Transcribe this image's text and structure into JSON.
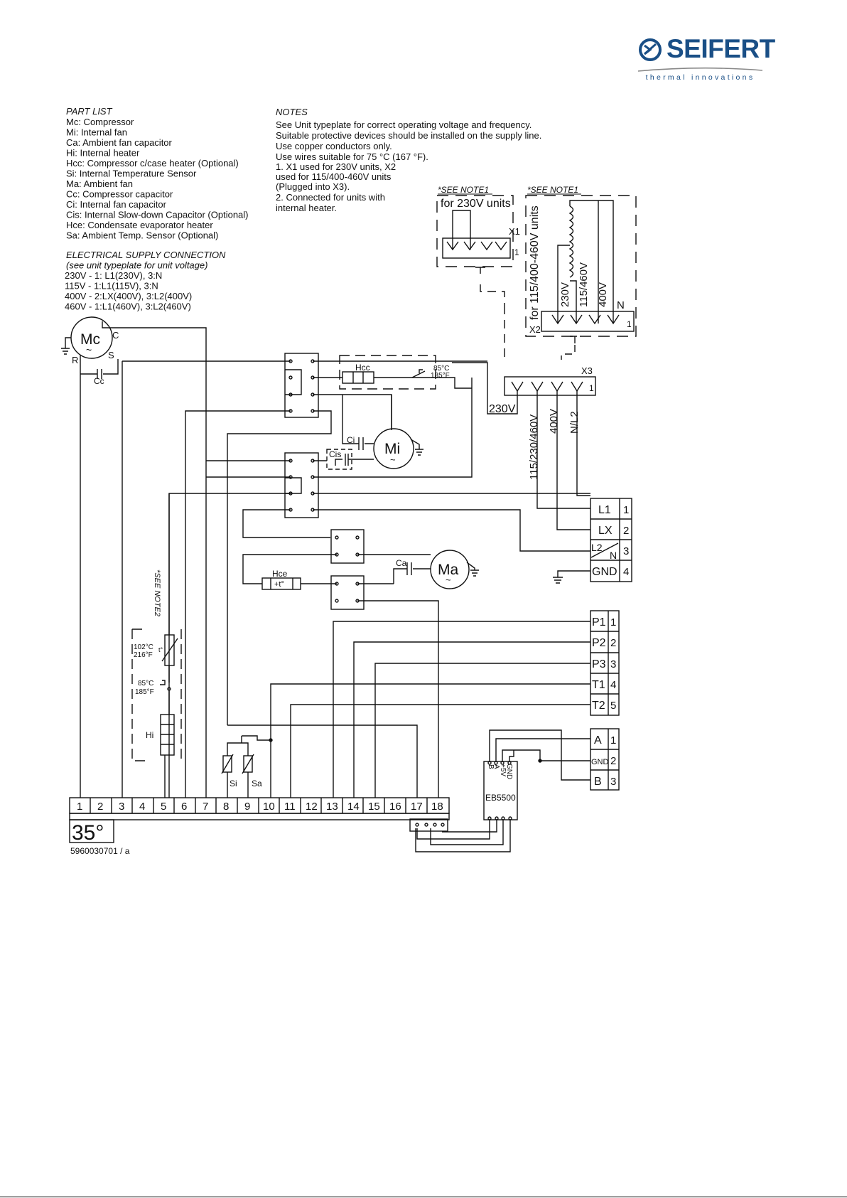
{
  "logo": {
    "name": "SEIFERT",
    "tagline": "thermal innovations",
    "color": "#1a4f86"
  },
  "part_list": {
    "title": "PART LIST",
    "items": [
      "Mc: Compressor",
      "Mi: Internal fan",
      "Ca: Ambient fan capacitor",
      "Hi: Internal heater",
      "Hcc: Compressor c/case heater (Optional)",
      "Si: Internal Temperature Sensor",
      "Ma: Ambient fan",
      "Cc: Compressor capacitor",
      "Ci: Internal fan capacitor",
      "Cis: Internal Slow-down Capacitor (Optional)",
      "Hce: Condensate evaporator heater",
      "Sa: Ambient Temp. Sensor (Optional)"
    ]
  },
  "supply": {
    "title": "ELECTRICAL SUPPLY CONNECTION",
    "subtitle": "(see unit typeplate for unit voltage)",
    "lines": [
      "230V - 1: L1(230V), 3:N",
      "115V - 1:L1(115V), 3:N",
      "400V - 2:LX(400V), 3:L2(400V)",
      "460V - 1:L1(460V), 3:L2(460V)"
    ]
  },
  "notes": {
    "title": "NOTES",
    "lines": [
      "See Unit typeplate for correct operating voltage and frequency.",
      "Suitable protective devices should be installed on the supply line.",
      "Use copper conductors only.",
      "Use wires suitable for 75 °C (167 °F).",
      "1. X1 used for 230V units, X2",
      "used for 115/400-460V units",
      "(Plugged into X3).",
      "2. Connected for units with",
      "internal heater."
    ]
  },
  "labels": {
    "see_note1": "*SEE NOTE1",
    "see_note2": "*SEE NOTE2",
    "x1_title": "for 230V units",
    "x1": "X1",
    "x2_title": "for 115/400-460V units",
    "x2": "X2",
    "x3": "X3",
    "one": "1",
    "v230": "230V",
    "v115_460": "115/460V",
    "v400": "400V",
    "n": "N",
    "x3_230": "230V",
    "x3_115": "115/230/460V",
    "x3_400": "400V",
    "x3_nl2": "N/L2",
    "mc": "Mc",
    "tilde": "~",
    "c": "C",
    "r": "R",
    "s": "S",
    "cc": "Cc",
    "hcc": "Hcc",
    "t85": "85°C",
    "t185": "185°F",
    "mi": "Mi",
    "ci": "Ci",
    "cis": "Cis",
    "ma": "Ma",
    "ca": "Ca",
    "hce": "Hce",
    "plus_t": "+t°",
    "t102": "102°C",
    "t216": "216°F",
    "t_deg": "t°",
    "hi": "Hi",
    "si": "Si",
    "sa": "Sa",
    "eb": "EB5500",
    "eb_pins": [
      "B",
      "A",
      "+5V",
      "GND"
    ],
    "temp": "35°",
    "drawing_no": "5960030701 / a"
  },
  "supply_terminals": [
    {
      "label": "L1",
      "num": "1"
    },
    {
      "label": "LX",
      "num": "2"
    },
    {
      "label": "L2",
      "label2": "N",
      "num": "3"
    },
    {
      "label": "GND",
      "num": "4"
    }
  ],
  "signal_terminals": [
    {
      "label": "P1",
      "num": "1"
    },
    {
      "label": "P2",
      "num": "2"
    },
    {
      "label": "P3",
      "num": "3"
    },
    {
      "label": "T1",
      "num": "4"
    },
    {
      "label": "T2",
      "num": "5"
    }
  ],
  "bus_terminals": [
    {
      "label": "A",
      "num": "1"
    },
    {
      "label": "GND",
      "num": "2"
    },
    {
      "label": "B",
      "num": "3"
    }
  ],
  "terminal_strip": [
    "1",
    "2",
    "3",
    "4",
    "5",
    "6",
    "7",
    "8",
    "9",
    "10",
    "11",
    "12",
    "13",
    "14",
    "15",
    "16",
    "17",
    "18"
  ]
}
